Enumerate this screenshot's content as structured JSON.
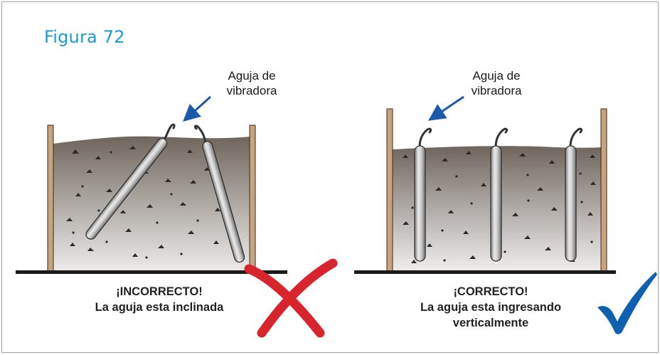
{
  "figure": {
    "title": "Figura 72"
  },
  "left_panel": {
    "callout_line1": "Aguja de",
    "callout_line2": "vibradora",
    "verdict_line1": "¡INCORRECTO!",
    "verdict_line2": "La aguja esta inclinada",
    "mark_icon": "red-cross",
    "mark_color": "#d8242c"
  },
  "right_panel": {
    "callout_line1": "Aguja de",
    "callout_line2": "vibradora",
    "verdict_line1": "¡CORRECTO!",
    "verdict_line2": "La aguja esta ingresando",
    "verdict_line3": "verticalmente",
    "mark_icon": "blue-check",
    "mark_color": "#1060b0"
  },
  "colors": {
    "accent": "#1a9ad6",
    "arrow": "#1a5aa8",
    "formwork": "#c9a37c"
  }
}
